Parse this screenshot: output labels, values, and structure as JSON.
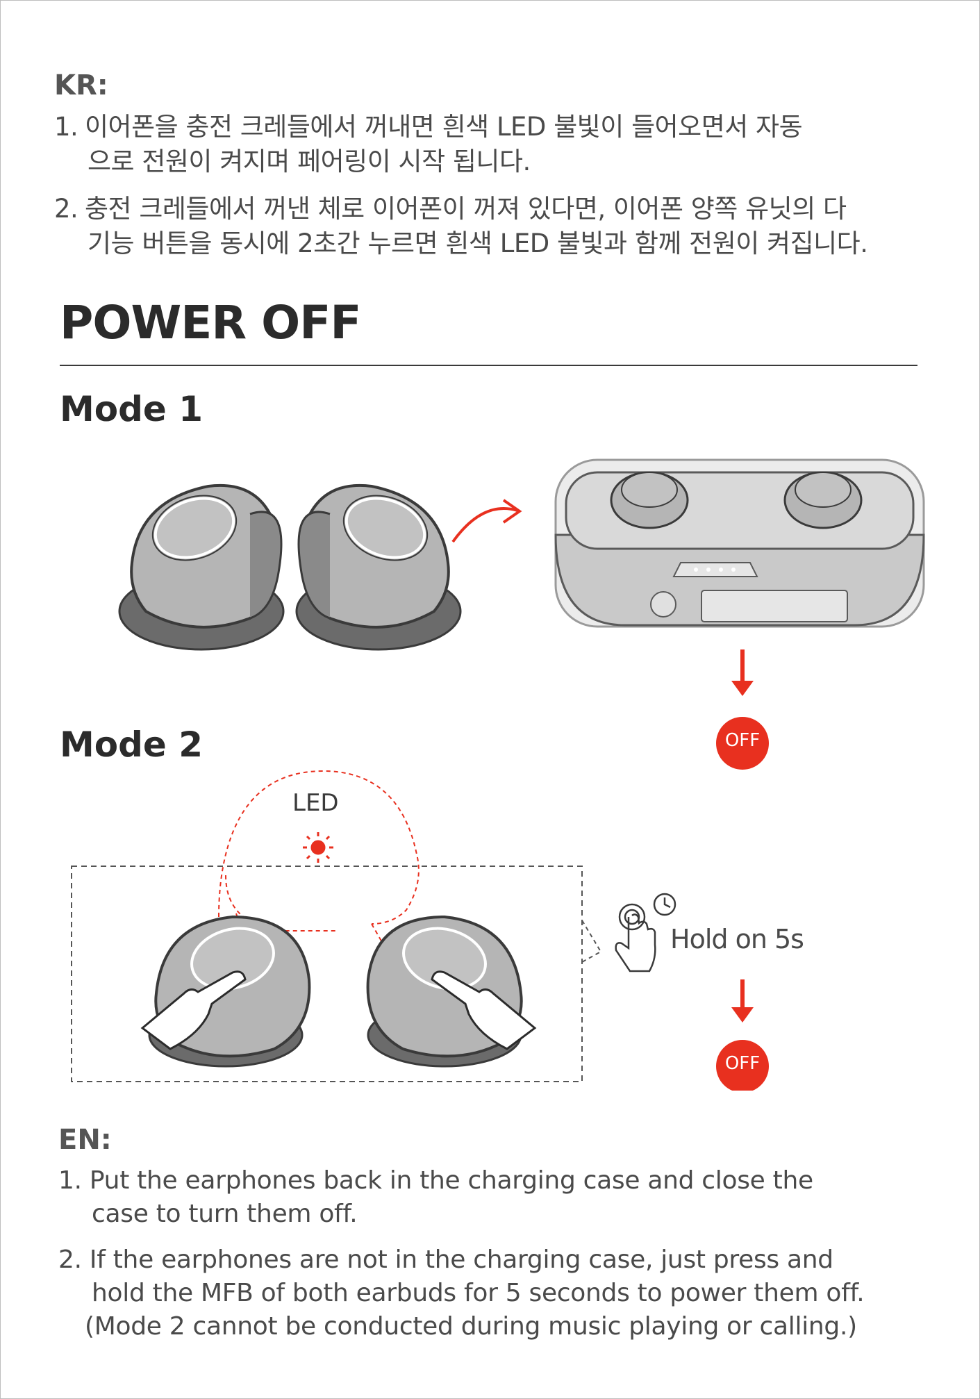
{
  "kr": {
    "label": "KR:",
    "items": [
      {
        "num": "1.",
        "line1": "이어폰을 충전 크레들에서 꺼내면 흰색 LED 불빛이 들어오면서 자동",
        "line2": "으로 전원이 켜지며 페어링이 시작 됩니다."
      },
      {
        "num": "2.",
        "line1": "충전 크레들에서 꺼낸 체로 이어폰이 꺼져 있다면, 이어폰 양쪽 유닛의 다",
        "line2": "기능 버튼을 동시에 2초간 누르면 흰색 LED 불빛과 함께 전원이 켜집니다."
      }
    ]
  },
  "title": "POWER OFF",
  "mode1": {
    "label": "Mode 1",
    "off_label": "OFF"
  },
  "mode2": {
    "label": "Mode 2",
    "led_label": "LED",
    "hold_label": "Hold on 5s",
    "off_label": "OFF"
  },
  "colors": {
    "accent": "#e8301f",
    "earbud": "#b5b5b5",
    "earbud_dark": "#6b6b6b",
    "text": "#3a3a3a"
  },
  "en": {
    "label": "EN:",
    "items": [
      {
        "num": "1.",
        "line1": "Put the earphones back in the charging case and close the",
        "line2": "case to turn them off."
      },
      {
        "num": "2.",
        "line1": "If the earphones are not in the charging case, just press and",
        "line2": "hold the MFB of both earbuds for 5 seconds to power them off.",
        "line3": "(Mode 2  cannot be conducted during music playing or calling.)"
      }
    ]
  }
}
